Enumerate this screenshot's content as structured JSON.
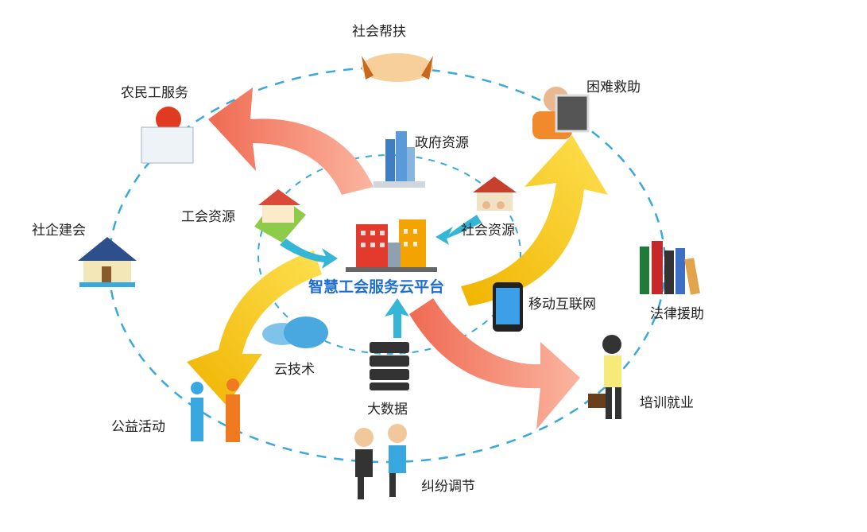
{
  "diagram": {
    "center": {
      "label": "智慧工会服务云平台",
      "color": "#1f6fd1"
    },
    "nodes": {
      "social_support": "社会帮扶",
      "hardship_aid": "困难救助",
      "migrant_service": "农民工服务",
      "gov_resources": "政府资源",
      "union_resources": "工会资源",
      "social_resources": "社会资源",
      "enterprise_union": "社企建会",
      "mobile_internet": "移动互联网",
      "legal_aid": "法律援助",
      "cloud_tech": "云技术",
      "big_data": "大数据",
      "training_employment": "培训就业",
      "public_welfare": "公益活动",
      "dispute_mediation": "纠纷调节"
    },
    "colors": {
      "dashed": "#3aa8e0",
      "salmon": "#f07a60",
      "yellow": "#f2c200",
      "cyan": "#35b6d6"
    }
  }
}
